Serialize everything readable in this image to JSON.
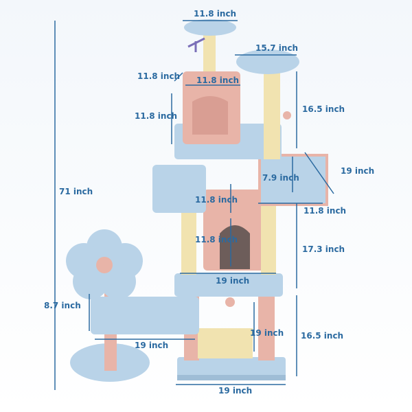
{
  "colors": {
    "dimension_line": "#2b6aa0",
    "fur_pink": "#e8b4a8",
    "fur_blue": "#b9d3e8",
    "sisal": "#f1e3b0"
  },
  "dimensions": {
    "top_perch_width": "11.8 inch",
    "top_bed_width": "15.7 inch",
    "condo_depth": "11.8 inch",
    "condo_width": "11.8 inch",
    "condo_height": "11.8 inch",
    "upper_post_height": "16.5 inch",
    "hammock_width": "19 inch",
    "hammock_depth": "7.9 inch",
    "hammock_length": "11.8 inch",
    "lower_condo_upper": "11.8 inch",
    "lower_condo_lower": "11.8 inch",
    "overall_height": "71 inch",
    "middle_post_height": "17.3 inch",
    "middle_platform_width": "19 inch",
    "flower_post_height": "8.7 inch",
    "bottom_step_width": "19 inch",
    "base_inner": "19 inch",
    "bottom_post_height": "16.5 inch",
    "base_width": "19 inch"
  }
}
